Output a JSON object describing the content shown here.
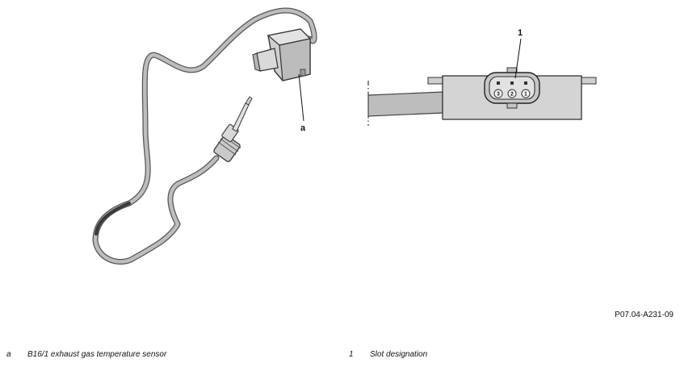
{
  "figure_ref": "P07.04-A231-09",
  "callouts": {
    "a": "a",
    "one": "1"
  },
  "pins": [
    "3",
    "2",
    "1"
  ],
  "legend": [
    {
      "key": "a",
      "text": "B16/1 exhaust gas temperature sensor"
    },
    {
      "key": "1",
      "text": "Slot designation"
    }
  ],
  "colors": {
    "cable": "#b9b9b9",
    "cable_outline": "#555555",
    "connector_body": "#d4d4d4",
    "line": "#111111"
  }
}
